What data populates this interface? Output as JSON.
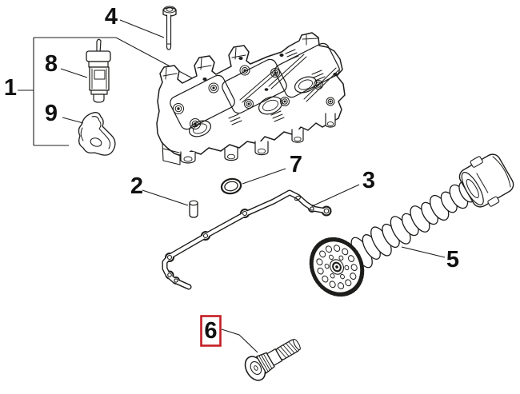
{
  "diagram": {
    "kind": "exploded-parts-diagram",
    "background_color": "#ffffff",
    "line_color": "#1d1d1b",
    "label_color": "#111111",
    "highlight_color": "#c41e25",
    "callouts": [
      {
        "label": "1",
        "part": "component-group-bracketed",
        "highlighted": false
      },
      {
        "label": "2",
        "part": "dowel-pin",
        "highlighted": false
      },
      {
        "label": "3",
        "part": "gasket-strip",
        "highlighted": false
      },
      {
        "label": "4",
        "part": "long-socket-bolt",
        "highlighted": false
      },
      {
        "label": "5",
        "part": "camshaft-with-sprocket",
        "highlighted": false
      },
      {
        "label": "6",
        "part": "flanged-threaded-bolt",
        "highlighted": true
      },
      {
        "label": "7",
        "part": "o-ring-seal",
        "highlighted": false
      },
      {
        "label": "8",
        "part": "solenoid-valve",
        "highlighted": false
      },
      {
        "label": "9",
        "part": "support-bracket",
        "highlighted": false
      }
    ]
  }
}
